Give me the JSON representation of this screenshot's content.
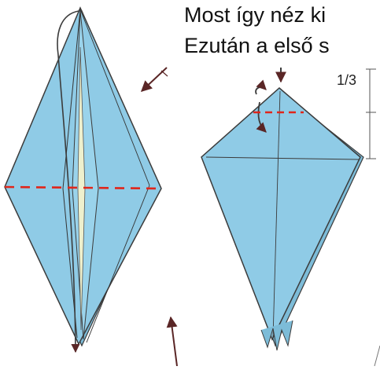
{
  "caption": {
    "line1": "Most így néz ki",
    "line2": "Ezután a első s"
  },
  "measure": {
    "fraction_label": "1/3"
  },
  "colors": {
    "paper": "#8fcbe6",
    "paper_dark": "#7dbcd8",
    "paper_back": "#e9efc9",
    "edge": "#3b3b3b",
    "fold_line": "#e0261b",
    "arrow": "#6b2a2a"
  },
  "icons": {
    "valley_fold": "dashed-fold-line",
    "arrow_in": "arrow-icon",
    "arrow_out": "arrow-icon"
  }
}
